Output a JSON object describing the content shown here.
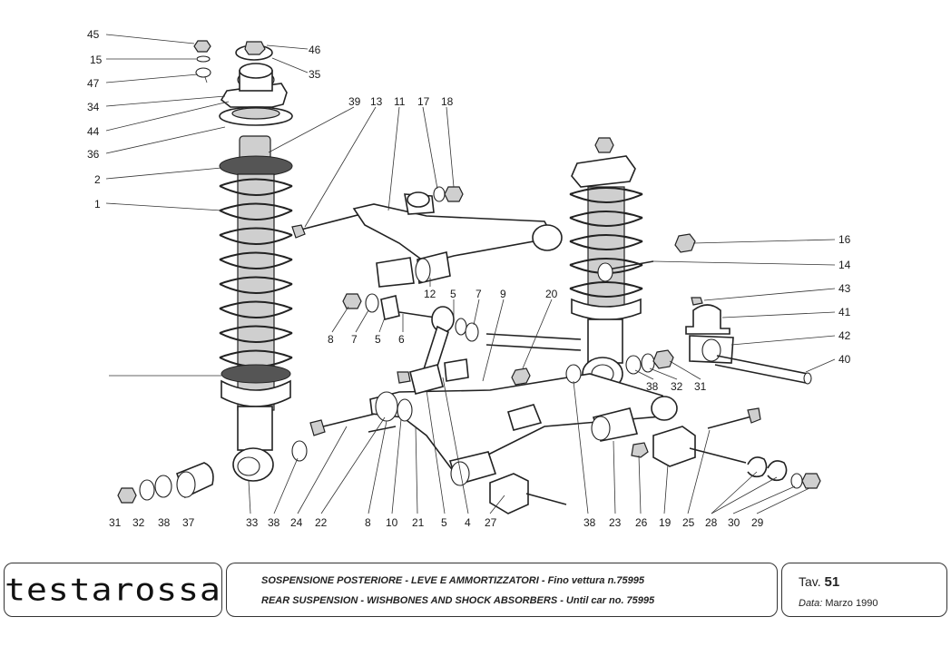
{
  "callouts": {
    "top_left": [
      "45",
      "15",
      "47",
      "34",
      "44",
      "36",
      "2",
      "1"
    ],
    "top_mid": [
      "46",
      "35",
      "39",
      "13",
      "11",
      "17",
      "18",
      "12"
    ],
    "mid": [
      "8",
      "7",
      "5",
      "6",
      "5",
      "7",
      "9",
      "20"
    ],
    "right": [
      "16",
      "14",
      "43",
      "41",
      "42",
      "40",
      "38",
      "32",
      "31"
    ],
    "bottom": [
      "31",
      "32",
      "38",
      "37",
      "33",
      "38",
      "24",
      "22",
      "8",
      "10",
      "21",
      "5",
      "4",
      "27",
      "38",
      "23",
      "26",
      "19",
      "25",
      "28",
      "30",
      "29"
    ]
  },
  "title_block": {
    "logo": "testarossa",
    "title_it": "SOSPENSIONE POSTERIORE - LEVE E AMMORTIZZATORI - Fino vettura n.75995",
    "title_en": "REAR SUSPENSION - WISHBONES AND SHOCK ABSORBERS - Until car no. 75995",
    "tav_label": "Tav.",
    "tav_value": "51",
    "date_label": "Data:",
    "date_value": "Marzo 1990"
  }
}
